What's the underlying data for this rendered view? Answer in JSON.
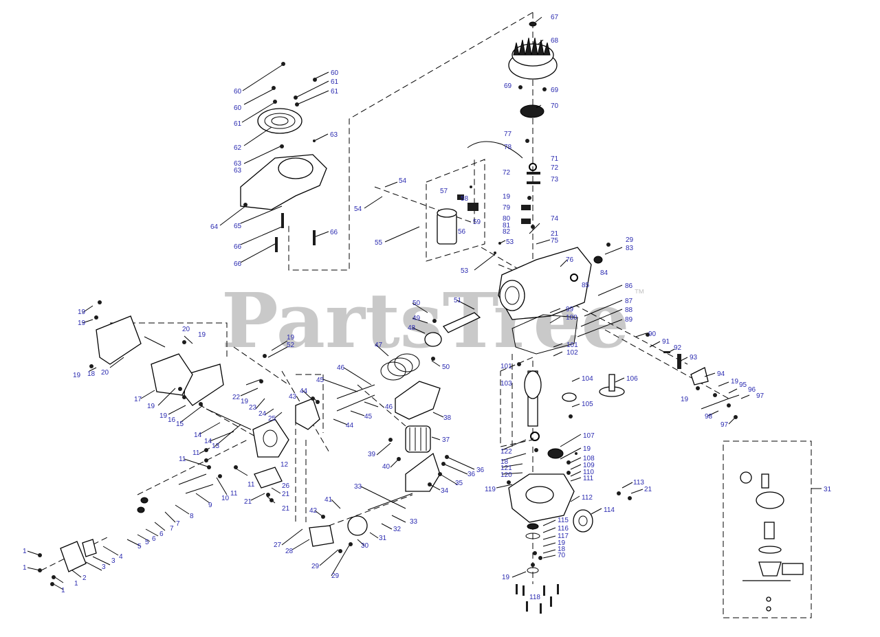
{
  "watermark": {
    "text": "PartsTree",
    "trademark": "™",
    "color": "#c9c9c9"
  },
  "callout_color": "#2a2ab0",
  "callouts": [
    "1",
    "2",
    "3",
    "4",
    "5",
    "6",
    "7",
    "8",
    "9",
    "10",
    "11",
    "12",
    "13",
    "14",
    "15",
    "16",
    "17",
    "18",
    "19",
    "20",
    "21",
    "22",
    "23",
    "24",
    "25",
    "26",
    "27",
    "28",
    "29",
    "30",
    "31",
    "32",
    "33",
    "34",
    "35",
    "36",
    "37",
    "38",
    "39",
    "40",
    "41",
    "42",
    "43",
    "44",
    "45",
    "46",
    "47",
    "48",
    "49",
    "50",
    "51",
    "52",
    "53",
    "54",
    "55",
    "56",
    "57",
    "58",
    "59",
    "60",
    "61",
    "62",
    "63",
    "64",
    "65",
    "66",
    "67",
    "68",
    "69",
    "70",
    "71",
    "72",
    "73",
    "74",
    "75",
    "76",
    "77",
    "78",
    "79",
    "80",
    "81",
    "82",
    "83",
    "84",
    "85",
    "86",
    "87",
    "88",
    "89",
    "90",
    "91",
    "92",
    "93",
    "94",
    "95",
    "96",
    "97",
    "98",
    "99",
    "100",
    "101",
    "102",
    "103",
    "104",
    "105",
    "106",
    "107",
    "108",
    "109",
    "110",
    "111",
    "112",
    "113",
    "114",
    "115",
    "116",
    "117",
    "118",
    "119",
    "120",
    "121",
    "122"
  ]
}
